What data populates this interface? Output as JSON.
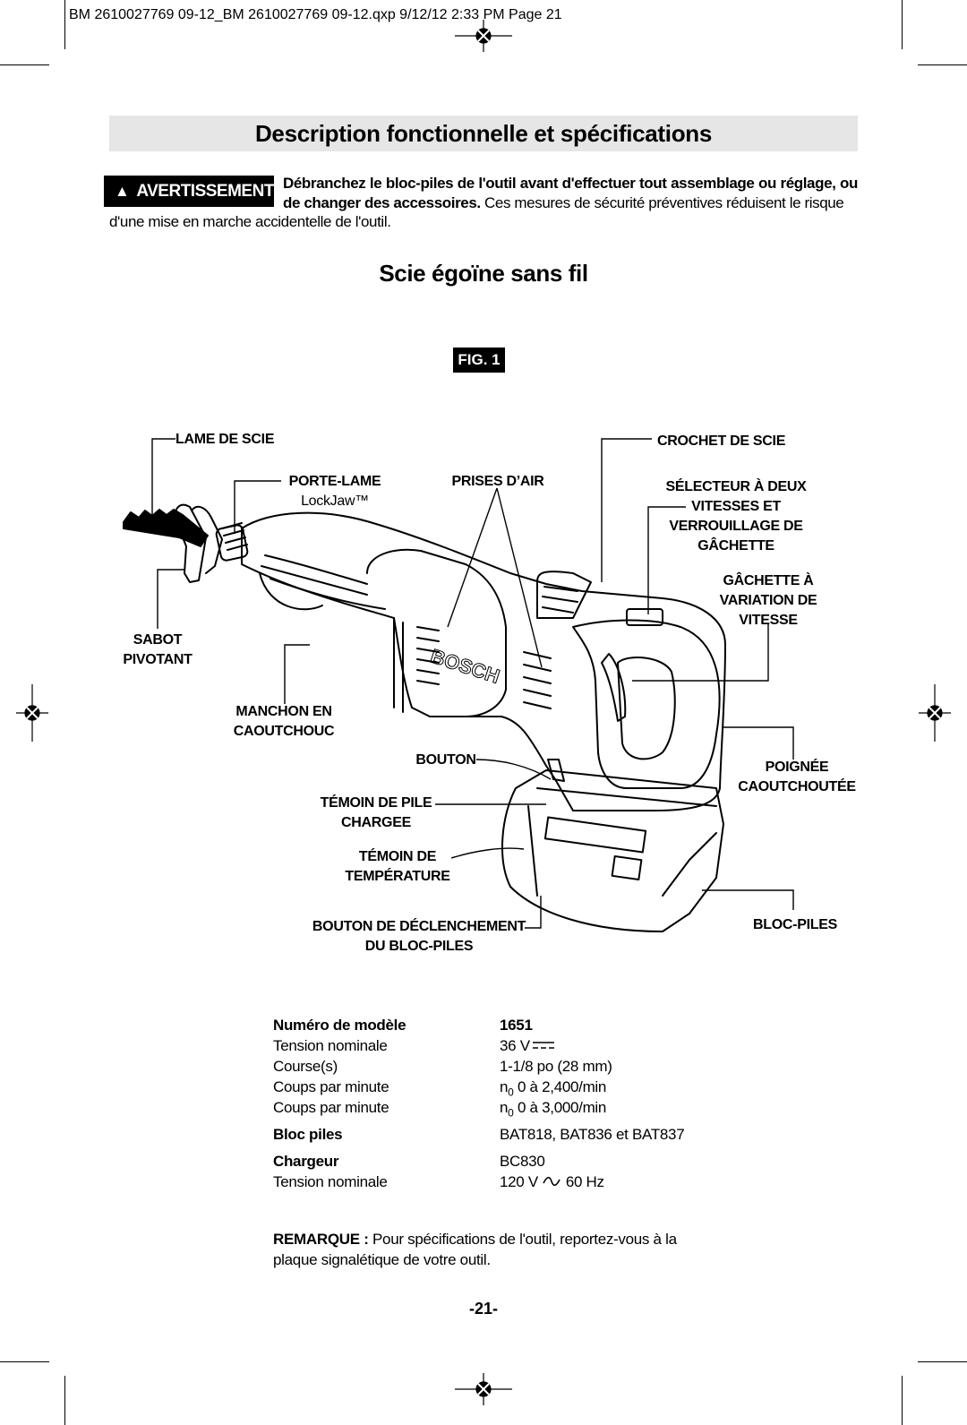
{
  "header": {
    "slug": "BM 2610027769 09-12_BM 2610027769 09-12.qxp  9/12/12  2:33 PM  Page 21"
  },
  "section_title": "Description fonctionnelle et spécifications",
  "warning": {
    "badge": "AVERTISSEMENT",
    "bold_text": "Débranchez le bloc-piles de l'outil avant d'effectuer tout assemblage ou réglage, ou de changer des accessoires.",
    "text": "Ces mesures de sécurité préventives réduisent le risque",
    "continuation": "d'une mise en marche accidentelle de l'outil."
  },
  "product_title": "Scie égoïne sans fil",
  "figure": {
    "label": "FIG. 1",
    "callouts": {
      "lame_de_scie": "LAME DE SCIE",
      "porte_lame": "PORTE-LAME",
      "lockjaw": "LockJaw™",
      "prises_air": "PRISES D’AIR",
      "crochet": "CROCHET DE SCIE",
      "selecteur_1": "SÉLECTEUR À DEUX",
      "selecteur_2": "VITESSES ET",
      "selecteur_3": "VERROUILLAGE DE",
      "selecteur_4": "GÂCHETTE",
      "gachette_1": "GÂCHETTE À",
      "gachette_2": "VARIATION DE",
      "gachette_3": "VITESSE",
      "sabot_1": "SABOT",
      "sabot_2": "PIVOTANT",
      "manchon_1": "MANCHON EN",
      "manchon_2": "CAOUTCHOUC",
      "bouton": "BOUTON",
      "poignee_1": "POIGNÉE",
      "poignee_2": "CAOUTCHOUTÉE",
      "temoin_pile_1": "TÉMOIN DE PILE",
      "temoin_pile_2": "CHARGEE",
      "temoin_temp_1": "TÉMOIN DE",
      "temoin_temp_2": "TEMPÉRATURE",
      "declench_1": "BOUTON DE DÉCLENCHEMENT",
      "declench_2": "DU BLOC-PILES",
      "bloc_piles": "BLOC-PILES",
      "brand": "BOSCH"
    }
  },
  "specs": [
    {
      "label": "Numéro de modèle",
      "value": "1651",
      "bold": true
    },
    {
      "label": "Tension nominale",
      "value": "36 V",
      "dc_symbol": true
    },
    {
      "label": "Course(s)",
      "value": "1-1/8 po (28 mm)"
    },
    {
      "label": "Coups par minute",
      "prefix": "n",
      "sub": "0",
      "value": " 0 à 2,400/min"
    },
    {
      "label": "Coups par minute",
      "prefix": "n",
      "sub": "0",
      "value": " 0 à 3,000/min"
    },
    {
      "label": "Bloc piles",
      "value": "BAT818, BAT836 et BAT837",
      "label_bold": true
    },
    {
      "label": "Chargeur",
      "value": "BC830",
      "label_bold": true
    },
    {
      "label": "Tension nominale",
      "value_a": "120 V",
      "value_b": "60 Hz",
      "ac_symbol": true
    }
  ],
  "note": {
    "label": "REMARQUE :",
    "text": "Pour spécifications de l'outil, reportez-vous à la plaque signalétique de votre outil."
  },
  "page_number": "-21-"
}
